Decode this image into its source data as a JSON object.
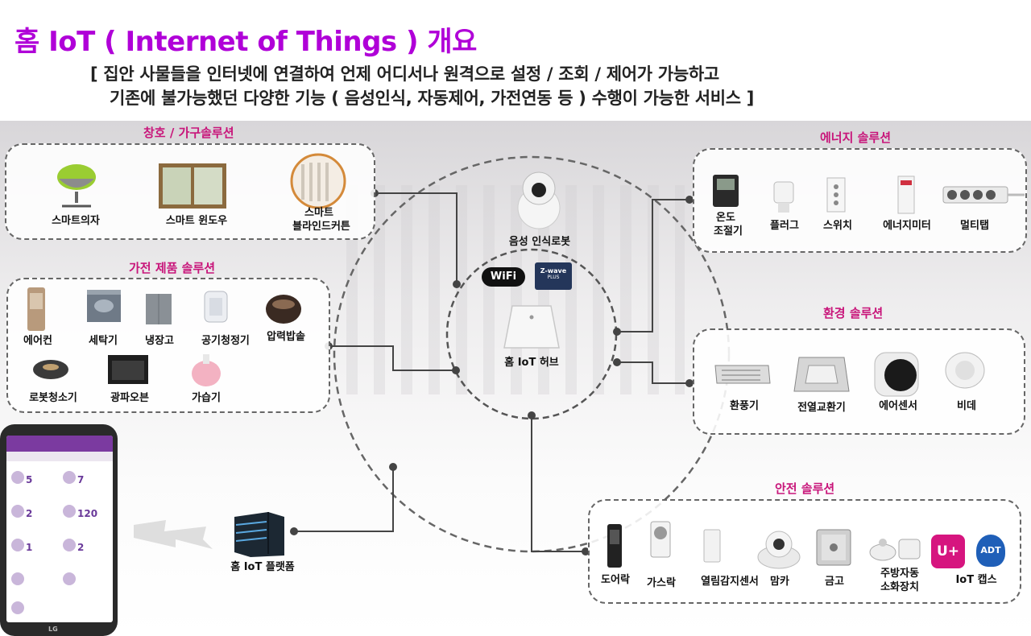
{
  "header": {
    "title": "홈 IoT ( Internet of Things ) 개요",
    "subtitle_line1": "[ 집안 사물들을 인터넷에 연결하여 언제 어디서나 원격으로 설정 / 조회 / 제어가 가능하고",
    "subtitle_line2": "기존에 불가능했던 다양한 기능 ( 음성인식, 자동제어, 가전연동 등 ) 수행이 가능한 서비스 ]"
  },
  "sections": {
    "furniture": {
      "title": "창호 / 가구솔루션",
      "items": [
        "스마트의자",
        "스마트 윈도우",
        "스마트",
        "블라인드커튼"
      ]
    },
    "appliance": {
      "title": "가전 제품 솔루션",
      "items": [
        "에어컨",
        "세탁기",
        "냉장고",
        "공기청정기",
        "압력밥솥",
        "로봇청소기",
        "광파오븐",
        "가습기"
      ]
    },
    "energy": {
      "title": "에너지 솔루션",
      "items": [
        "온도",
        "조절기",
        "플러그",
        "스위치",
        "에너지미터",
        "멀티탭"
      ]
    },
    "environment": {
      "title": "환경 솔루션",
      "items": [
        "환풍기",
        "전열교환기",
        "에어센서",
        "비데"
      ]
    },
    "safety": {
      "title": "안전 솔루션",
      "items": [
        "도어락",
        "가스락",
        "열림감지센서",
        "맘카",
        "금고",
        "주방자동",
        "소화장치",
        "IoT 캡스"
      ]
    }
  },
  "center": {
    "robot_label": "음성 인식로봇",
    "hub_label": "홈 IoT 허브",
    "wifi_label": "WiFi",
    "zwave_label": "Z-wave",
    "zwave_sub": "PLUS"
  },
  "platform": {
    "label": "홈 IoT 플랫폼"
  },
  "phone": {
    "logo": "LG",
    "tiles": [
      "5",
      "7",
      "2",
      "120",
      "1",
      "2"
    ]
  },
  "logos": {
    "uplus": "U+",
    "adt": "ADT"
  }
}
